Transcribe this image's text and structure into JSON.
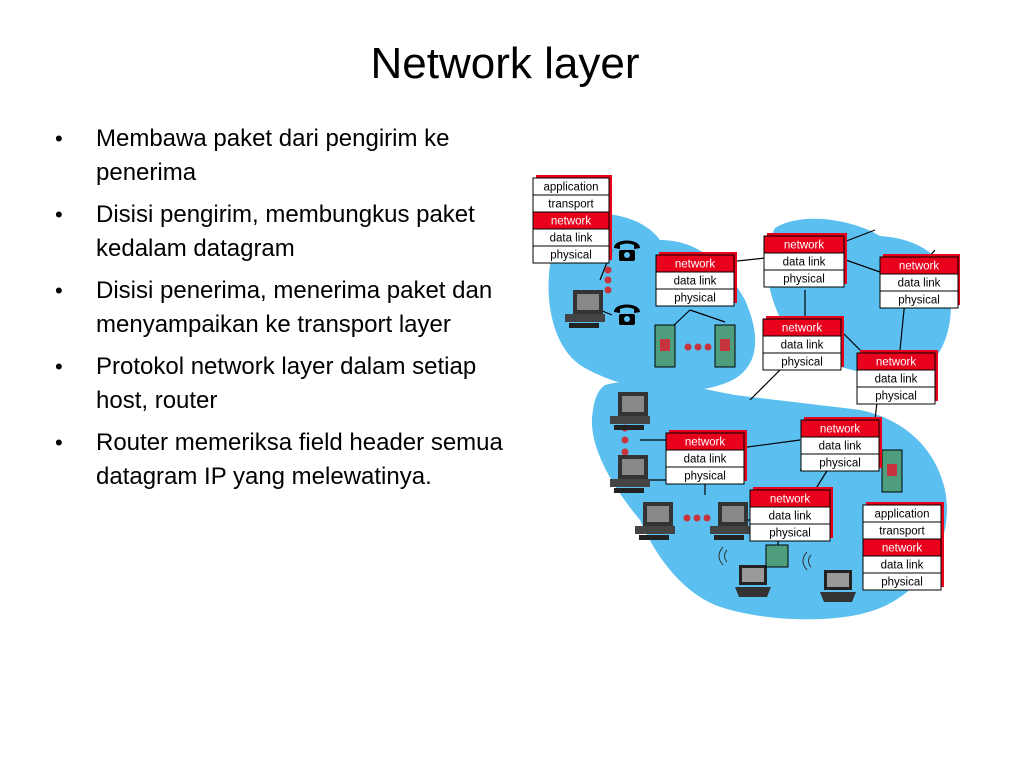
{
  "title": "Network layer",
  "bullets": [
    "Membawa paket dari pengirim ke penerima",
    "Disisi pengirim, membungkus paket kedalam datagram",
    "Disisi penerima, menerima paket dan menyampaikan ke transport layer",
    "Protokol network layer dalam setiap host, router",
    "Router memeriksa field header semua datagram IP yang melewatinya."
  ],
  "stacks": {
    "host_top": [
      "application",
      "transport",
      "network",
      "data link",
      "physical"
    ],
    "router": [
      "network",
      "data link",
      "physical"
    ],
    "host_bottom": [
      "application",
      "transport",
      "network",
      "data link",
      "physical"
    ]
  },
  "colors": {
    "cloud": "#5bc0f0",
    "network_layer": "#e8001c",
    "dots": "#c8343e"
  }
}
